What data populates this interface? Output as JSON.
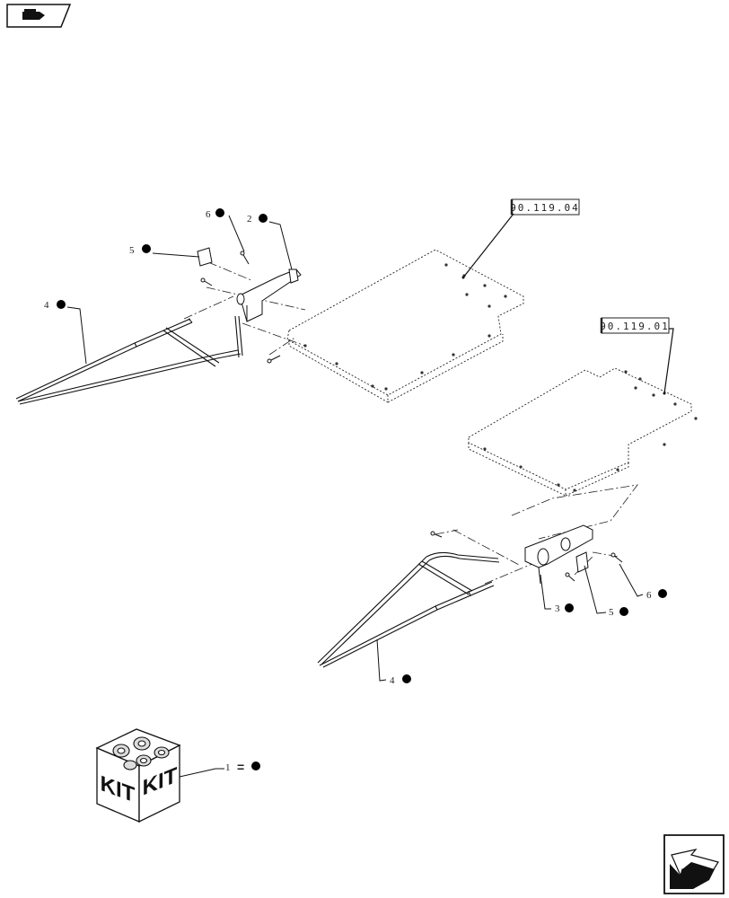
{
  "refs": {
    "upper": "90.119.04",
    "lower": "90.119.01"
  },
  "callouts": {
    "c6_upper": "6",
    "c2": "2",
    "c5_upper": "5",
    "c4_upper": "4",
    "c6_lower": "6",
    "c3": "3",
    "c5_lower": "5",
    "c4_lower": "4",
    "c1": "1"
  },
  "kit": {
    "label_left": "KIT",
    "label_right": "KIT",
    "equals": "="
  },
  "icons": {
    "top_left": "book-nav-icon",
    "bottom_right": "next-page-arrow-icon"
  },
  "colors": {
    "line": "#111111",
    "dot": "#000000"
  }
}
